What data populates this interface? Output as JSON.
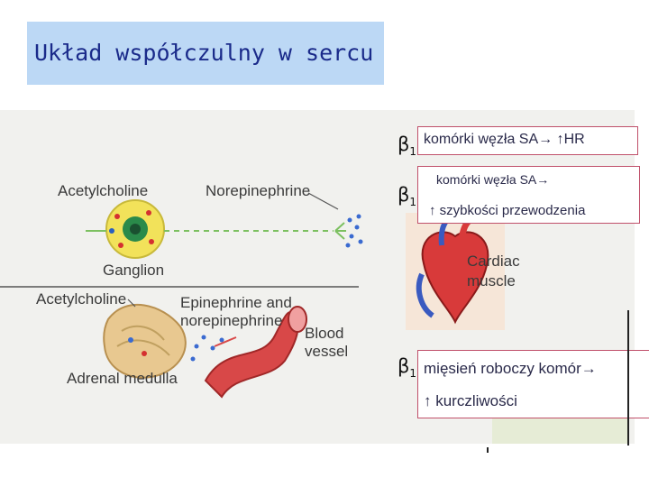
{
  "slide": {
    "title": "Układ współczulny w sercu"
  },
  "figure": {
    "labels": {
      "acetylcholine_top": "Acetylcholine",
      "norepinephrine": "Norepinephrine",
      "ganglion": "Ganglion",
      "acetylcholine_bottom": "Acetylcholine",
      "epi_norepi_line1": "Epinephrine and",
      "epi_norepi_line2": "norepinephrine",
      "blood_vessel_line1": "Blood",
      "blood_vessel_line2": "vessel",
      "adrenal_medulla": "Adrenal medulla",
      "cardiac_line1": "Cardiac",
      "cardiac_line2": "muscle"
    }
  },
  "annotations": [
    {
      "beta": "β",
      "sub": "1",
      "line1": "komórki węzła SA→ ↑HR",
      "line2": ""
    },
    {
      "beta": "β",
      "sub": "1",
      "line1": "komórki węzła SA→",
      "line2": "↑ szybkości przewodzenia"
    },
    {
      "beta": "β",
      "sub": "1",
      "line1": "mięsień roboczy komór→",
      "line2": "↑ kurczliwości"
    }
  ],
  "colors": {
    "title_bg": "#bcd8f5",
    "title_text": "#1a2a8a",
    "callout_border": "#c0506a"
  }
}
